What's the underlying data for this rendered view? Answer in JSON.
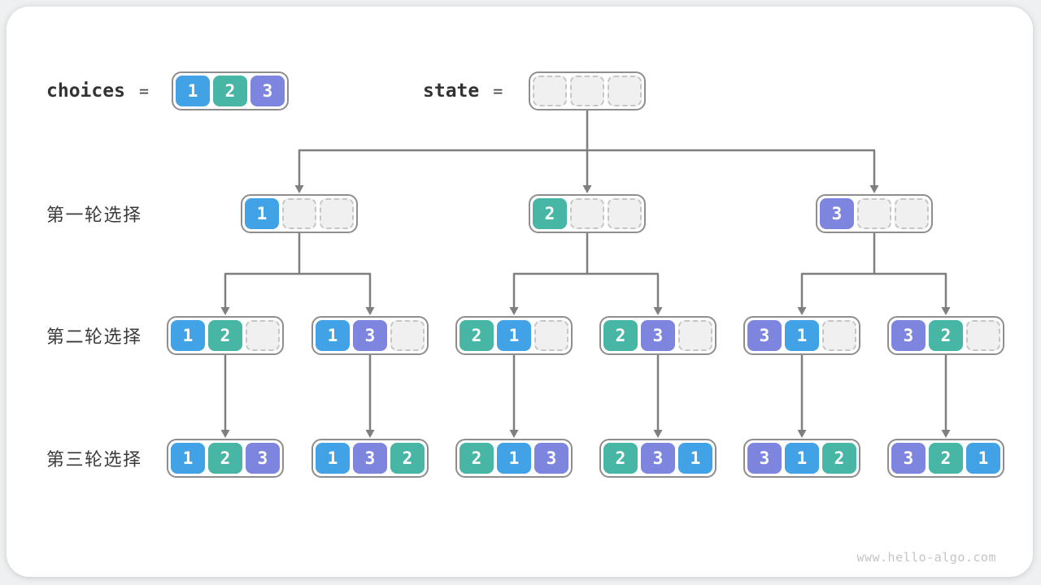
{
  "title_row": {
    "choices_label": "choices",
    "choices_equals": "=",
    "choices_cells": [
      "1",
      "2",
      "3"
    ],
    "state_label": "state",
    "state_equals": "=",
    "state_cells": [
      "",
      "",
      ""
    ]
  },
  "rounds": [
    {
      "label": "第一轮选择",
      "boxes": [
        [
          "1",
          "",
          ""
        ],
        [
          "2",
          "",
          ""
        ],
        [
          "3",
          "",
          ""
        ]
      ]
    },
    {
      "label": "第二轮选择",
      "boxes": [
        [
          "1",
          "2",
          ""
        ],
        [
          "1",
          "3",
          ""
        ],
        [
          "2",
          "1",
          ""
        ],
        [
          "2",
          "3",
          ""
        ],
        [
          "3",
          "1",
          ""
        ],
        [
          "3",
          "2",
          ""
        ]
      ]
    },
    {
      "label": "第三轮选择",
      "boxes": [
        [
          "1",
          "2",
          "3"
        ],
        [
          "1",
          "3",
          "2"
        ],
        [
          "2",
          "1",
          "3"
        ],
        [
          "2",
          "3",
          "1"
        ],
        [
          "3",
          "1",
          "2"
        ],
        [
          "3",
          "2",
          "1"
        ]
      ]
    }
  ],
  "colors": {
    "choice_1": "#41A3E6",
    "choice_2": "#47B6A5",
    "choice_3": "#7D85DF",
    "empty_cell_fill": "#F0F0F1",
    "empty_cell_border": "#C6C6C6",
    "box_border": "#8E8E8E",
    "arrow": "#7F7F7F",
    "label_text": "#3B3B3B"
  },
  "watermark": "www.hello-algo.com"
}
